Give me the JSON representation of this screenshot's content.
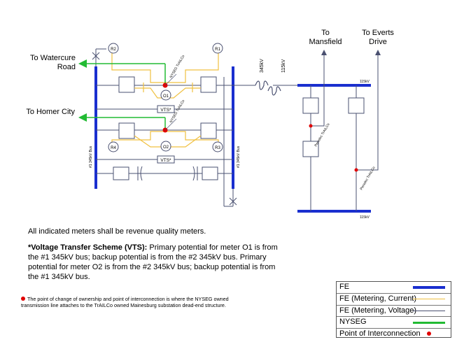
{
  "labels": {
    "to_mansfield_1": "To",
    "to_mansfield_2": "Mansfield",
    "to_everts_1": "To Everts",
    "to_everts_2": "Drive",
    "to_watercure_1": "To Watercure",
    "to_watercure_2": "Road",
    "to_homer_city": "To Homer City",
    "bus_1": "#1 345kV Bus",
    "bus_2": "#1 345kV Bus",
    "xfmr_hv": "345kV",
    "xfmr_lv": "115kV",
    "bus_115_top": "115kV",
    "bus_115_bottom": "115kV",
    "nyseg_trailco_1": "NYSEG TrAILCo",
    "nyseg_trailco_2": "NYSEG TrAILCo",
    "penelec_1": "Penelec TrAILCo",
    "penelec_2": "Penelec TrAILCo",
    "meter_r2": "R2",
    "meter_r1": "R1",
    "meter_o1": "O1",
    "meter_r4": "R4",
    "meter_o2": "O2",
    "meter_r3": "R3",
    "vts_1": "VTS*",
    "vts_2": "VTS*"
  },
  "notes": {
    "line1": "All indicated meters shall be revenue quality meters.",
    "vts_bold": "*Voltage Transfer Scheme (VTS):",
    "vts_text": " Primary potential for meter O1 is from the #1 345kV bus; backup potential is from the #2 345kV bus. Primary potential for meter O2 is from the #2 345kV bus; backup potential is from the #1 345kV bus.",
    "footnote": "The point of change of ownership and point of interconnection is where the NYSEG owned transmission line attaches to the TrAILCo owned Mainesburg substation dead-end structure."
  },
  "legend": {
    "title": "FE",
    "rows": [
      {
        "label": "FE (Metering, Current)",
        "color": "#f0c040"
      },
      {
        "label": "FE (Metering, Voltage)",
        "color": "#4a5070"
      },
      {
        "label": "NYSEG",
        "color": "#22bb33"
      },
      {
        "label": "Point of Interconnection",
        "color": "#e00000"
      }
    ],
    "fe_color": "#1a2fcf"
  },
  "colors": {
    "fe": "#1a2fcf",
    "current": "#f0c040",
    "voltage": "#4a5070",
    "nyseg": "#22bb33",
    "poi": "#e00000"
  }
}
